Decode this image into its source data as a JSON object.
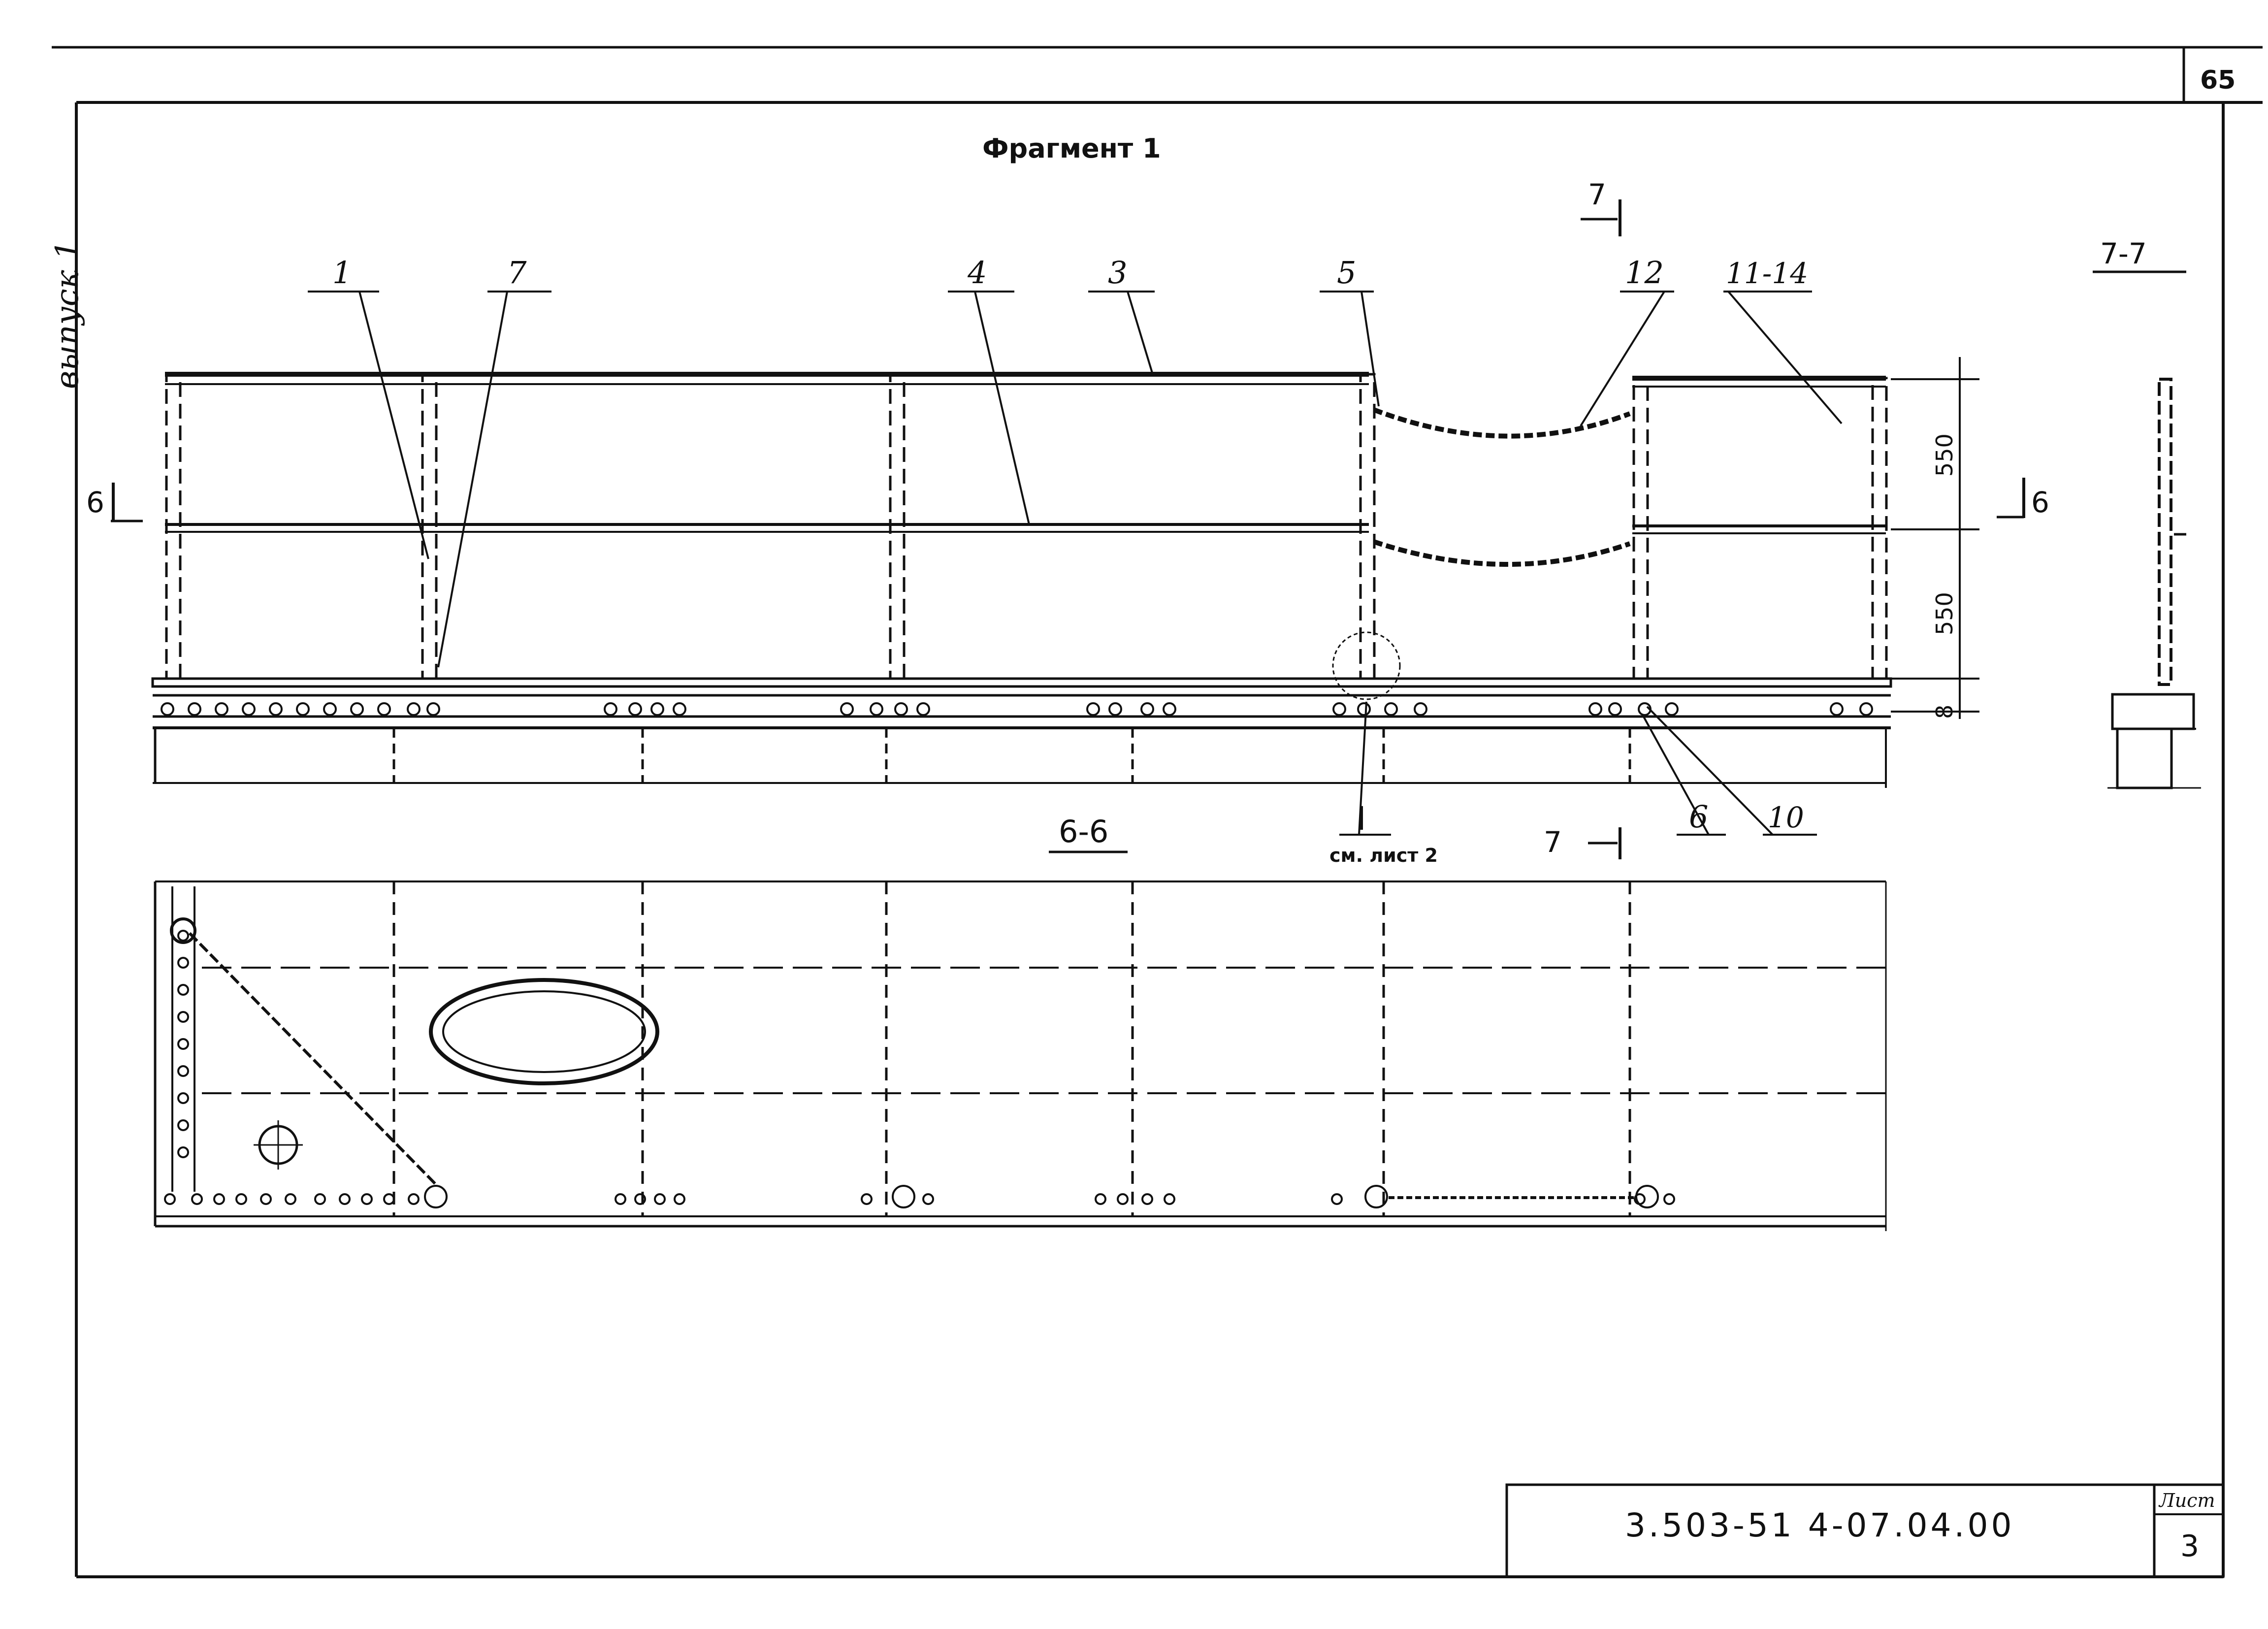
{
  "page_number": "65",
  "side_note": "выпуск 1",
  "fragment_title": "Фрагмент 1",
  "section_66_label": "6-6",
  "section_77_label": "7-7",
  "cut_markers": {
    "top7": "7",
    "mid7": "7",
    "left6": "6",
    "right6": "6"
  },
  "callouts": {
    "c1": "1",
    "c7": "7",
    "c4": "4",
    "c3": "3",
    "c5": "5",
    "c12": "12",
    "c11_14": "11-14",
    "c6": "6",
    "c10": "10"
  },
  "detail_ref": {
    "number": "I",
    "note": "см. лист 2"
  },
  "dimensions": {
    "upper": "550",
    "lower": "550",
    "base": "8"
  },
  "title_block": {
    "code": "3.503-51 4-07.04.00",
    "sheet_label": "Лист",
    "sheet_number": "3"
  }
}
